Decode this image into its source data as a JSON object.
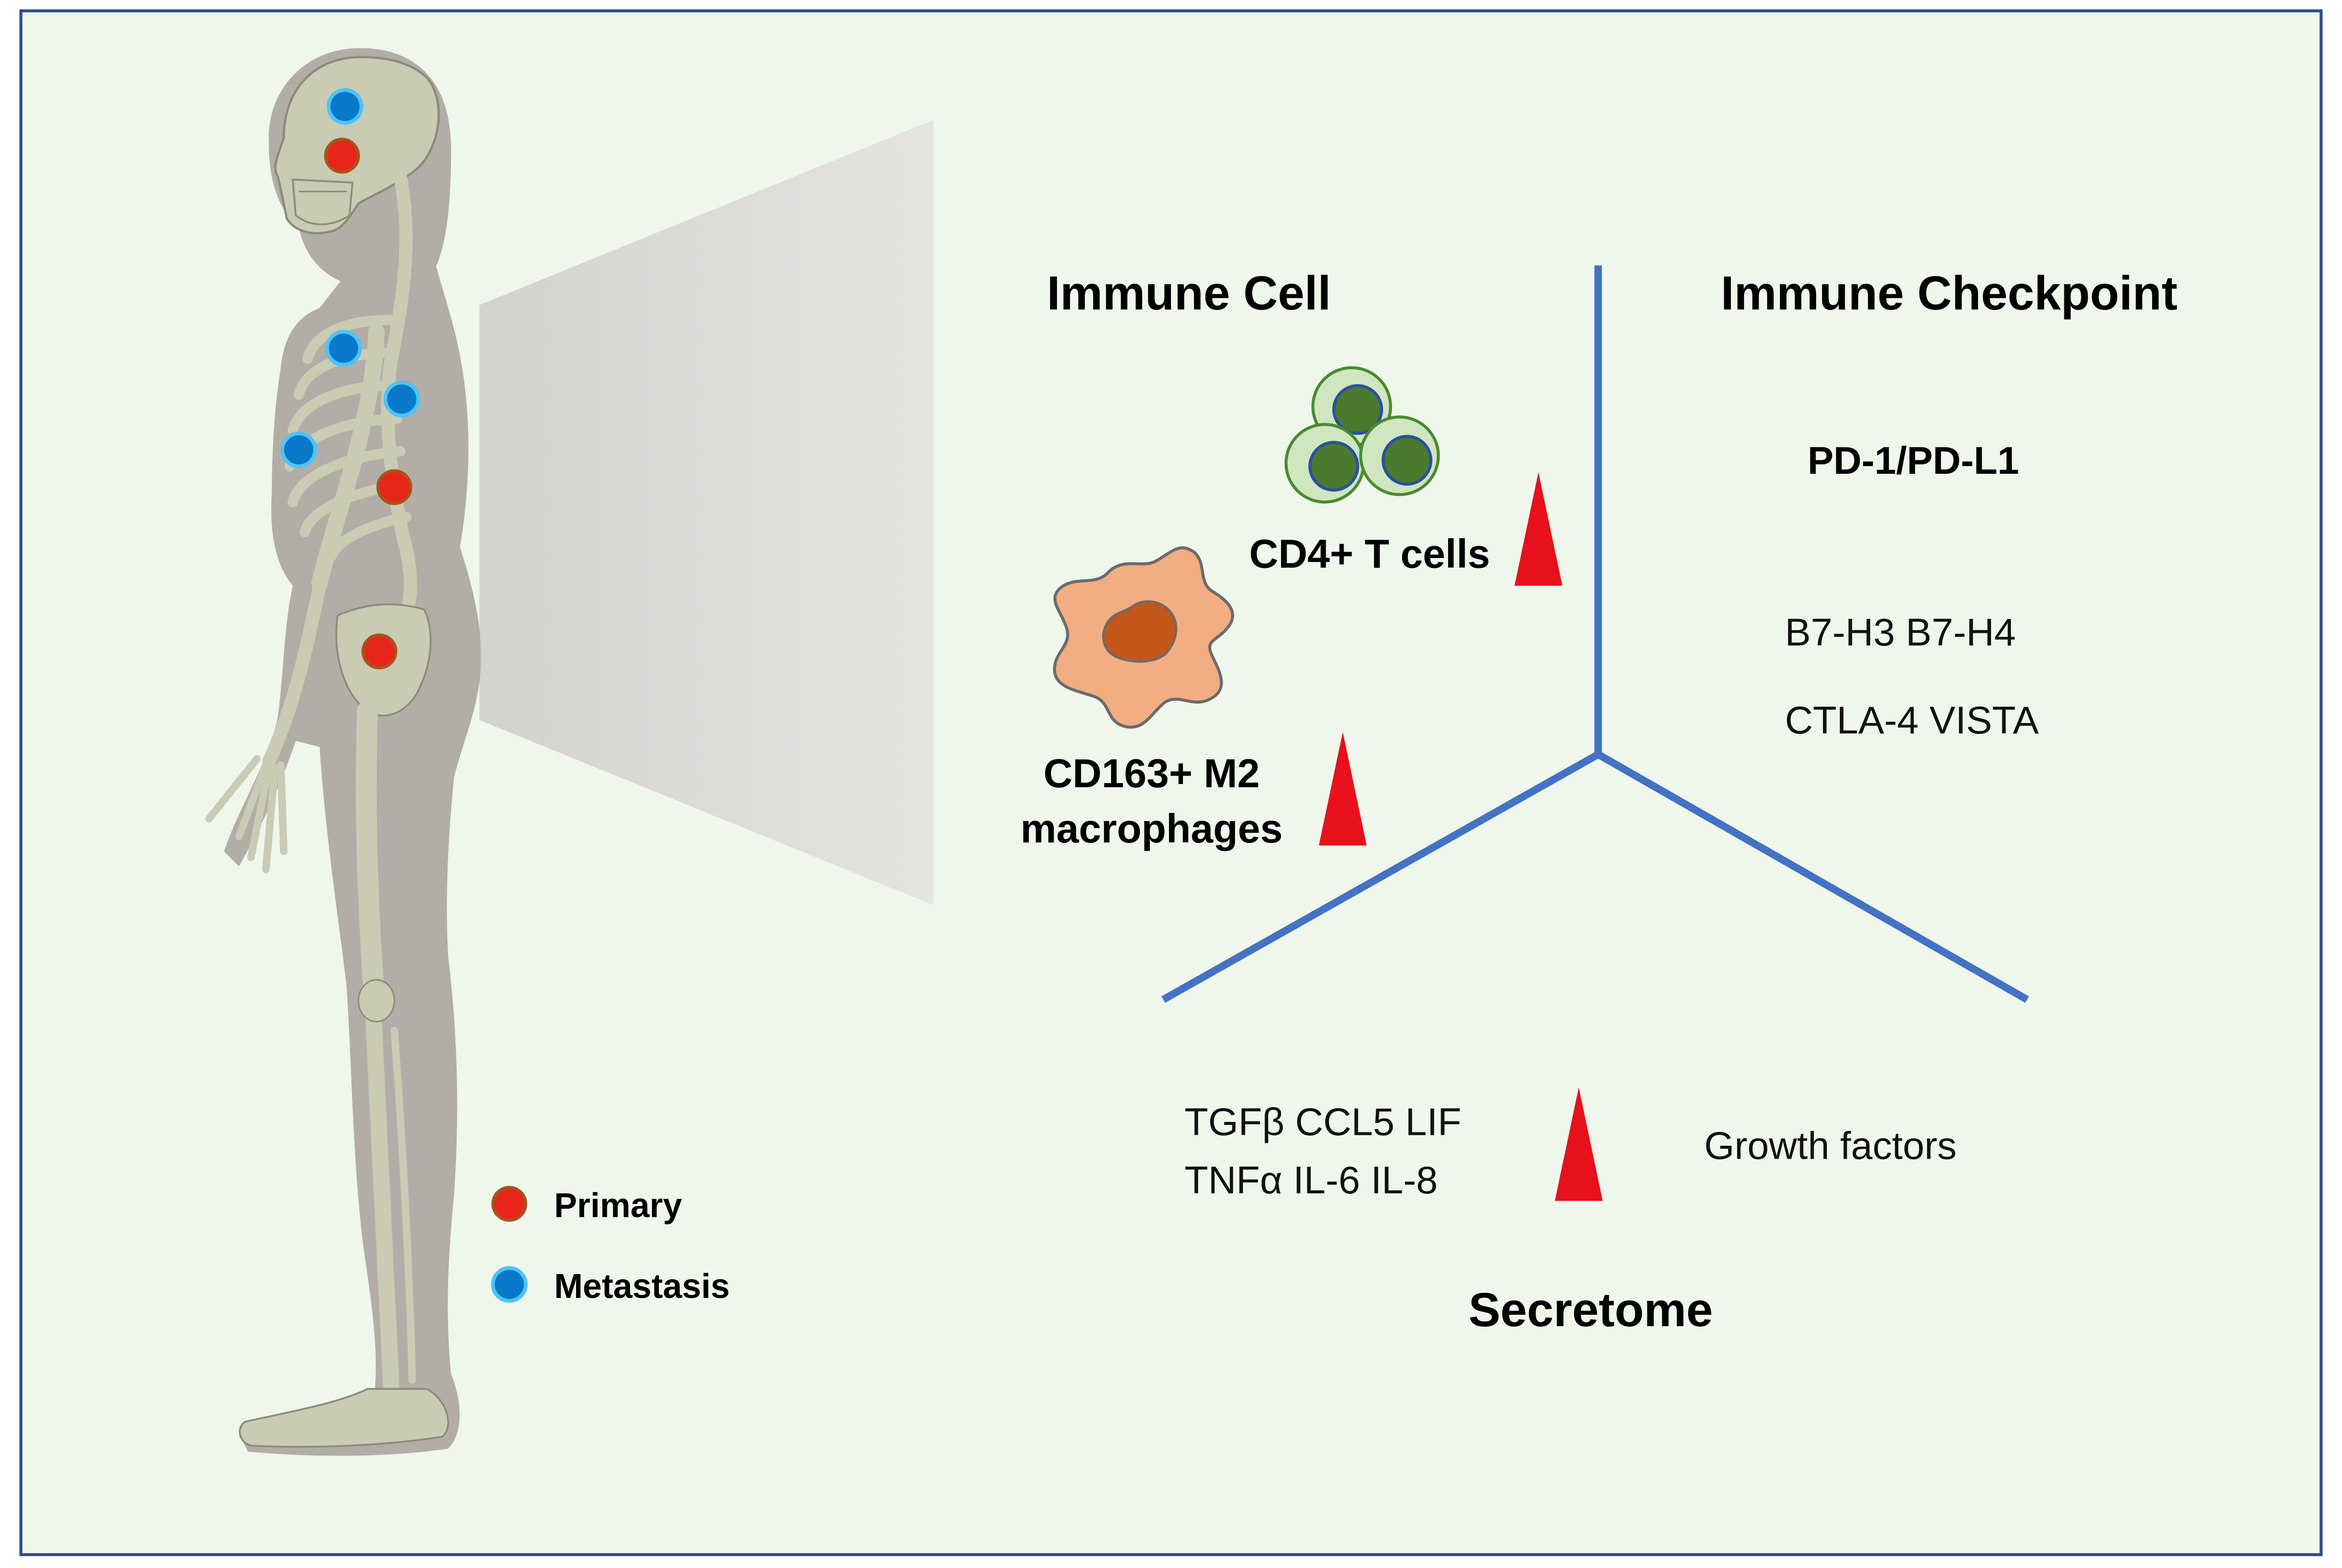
{
  "colors": {
    "background": "#eff6ec",
    "border": "#2f4e8c",
    "axis": "#4472c4",
    "primary": "#e8251a",
    "metastasis": "#0b79c9",
    "up_arrow": "#e8101a",
    "body_silhouette": "#b2ada6",
    "bone": "#c9cbb3",
    "projection": "#dcdcd9",
    "t_cell_outer": "#cfe6c0",
    "t_cell_nucleus": "#4a7a2e",
    "macrophage": "#f2ad82",
    "macrophage_nucleus": "#c4571a"
  },
  "immune_cell": {
    "title": "Immune Cell",
    "t_cells_label": "CD4+ T cells",
    "macrophage_label_line1": "CD163+ M2",
    "macrophage_label_line2": "macrophages"
  },
  "immune_checkpoint": {
    "title": "Immune Checkpoint",
    "main": "PD-1/PD-L1",
    "line1": "B7-H3  B7-H4",
    "line2": "CTLA-4 VISTA"
  },
  "secretome": {
    "title": "Secretome",
    "line1": "TGFβ CCL5 LIF",
    "line2": "TNFα  IL-6  IL-8",
    "growth_factors": "Growth factors"
  },
  "legend": {
    "primary": "Primary",
    "metastasis": "Metastasis"
  },
  "icons": {
    "t_cells": "t-cell-cluster-icon",
    "macrophage": "macrophage-icon",
    "increase": "red-up-triangle-icon"
  }
}
